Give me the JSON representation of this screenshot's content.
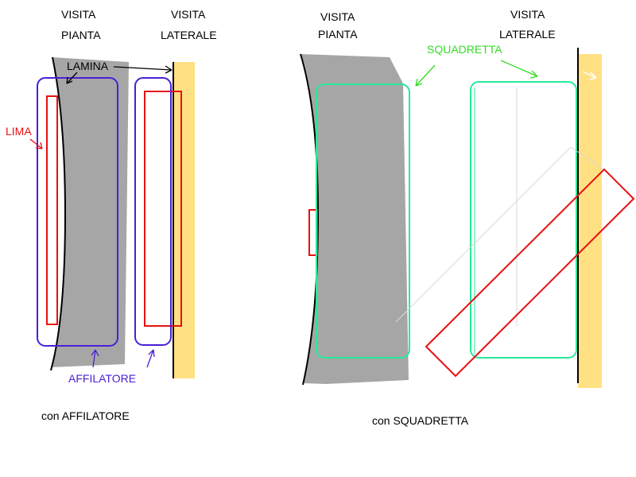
{
  "left_panel": {
    "heading_plan": [
      "VISITA",
      "PIANTA"
    ],
    "heading_side": [
      "VISITA",
      "LATERALE"
    ],
    "labels": {
      "lamina": "LAMINA",
      "lima": "LIMA",
      "affilatore": "AFFILATORE"
    },
    "caption": "con AFFILATORE"
  },
  "right_panel": {
    "heading_plan": [
      "VISITA",
      "PIANTA"
    ],
    "heading_side": [
      "VISITA",
      "LATERALE"
    ],
    "labels": {
      "squadretta": "SQUADRETTA"
    },
    "caption": "con SQUADRETTA"
  },
  "colors": {
    "blade_gray": "#a6a6a6",
    "ski_base_yellow": "#ffe083",
    "file_red": "#e81010",
    "sharpener_blue": "#4a1fd6",
    "square_green": "#27e89a",
    "label_green": "#33dd22",
    "edge_black": "#000000"
  }
}
